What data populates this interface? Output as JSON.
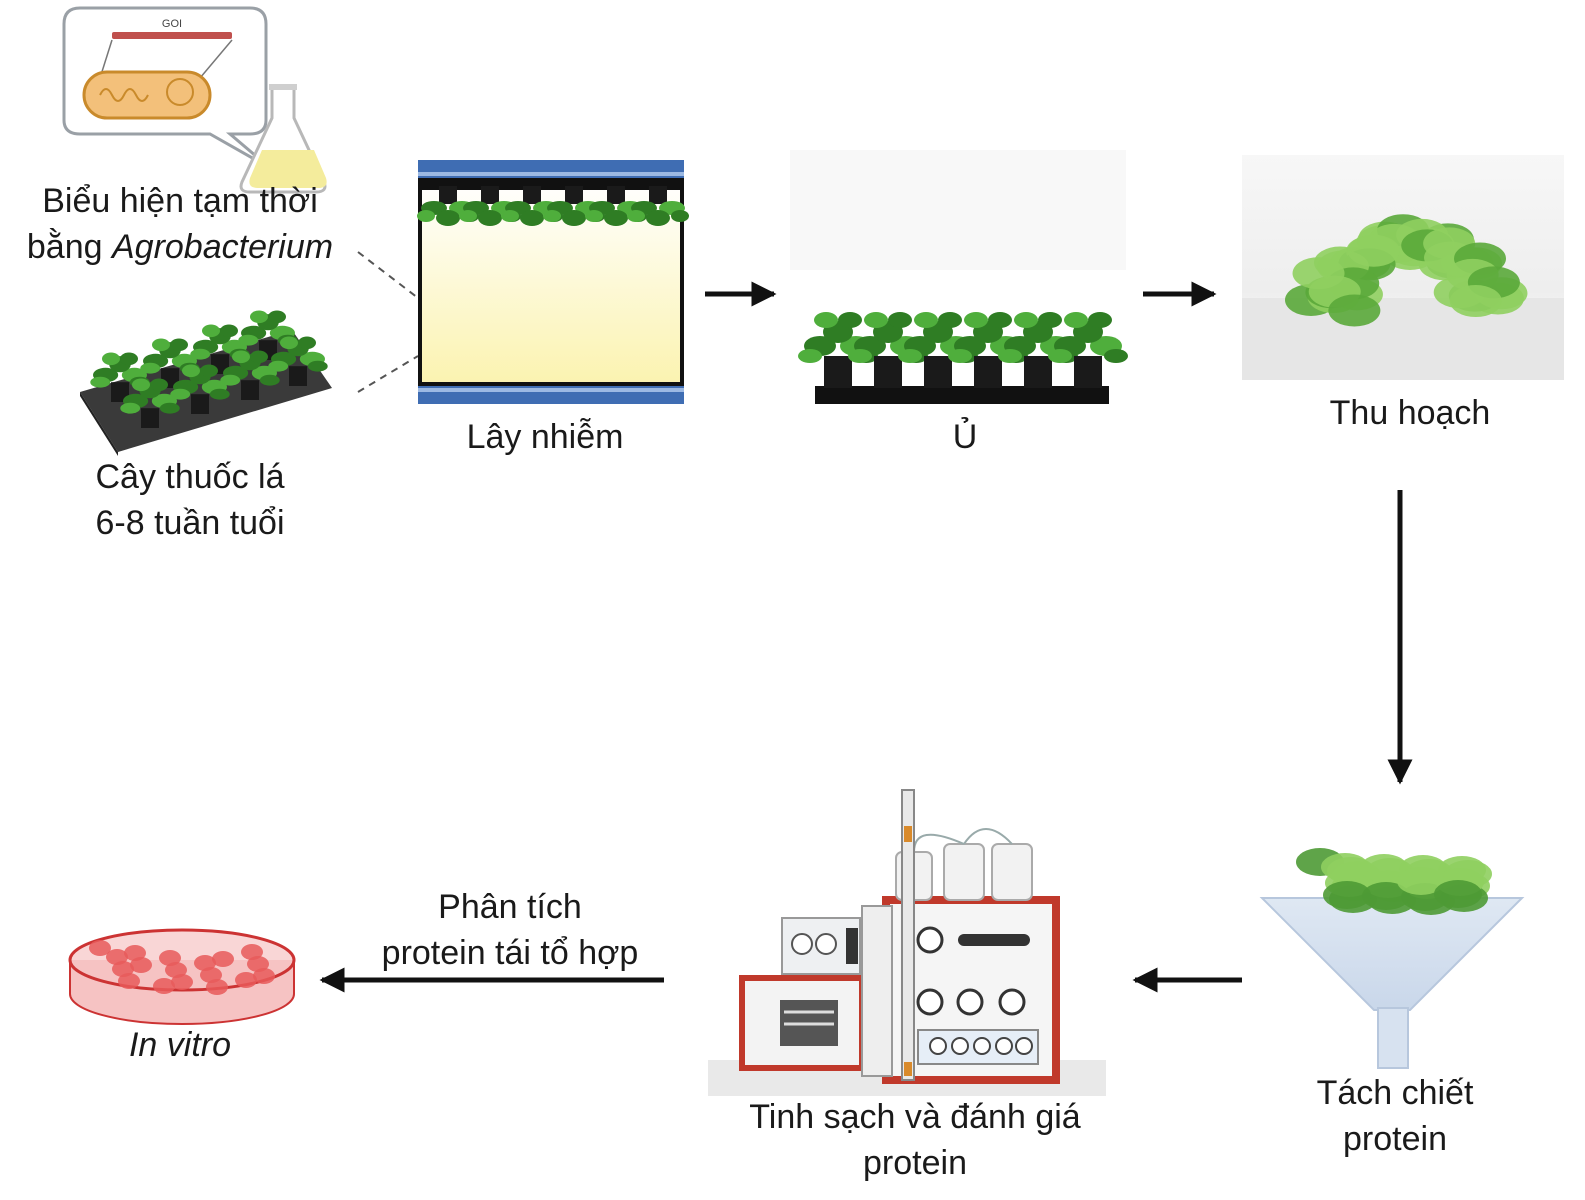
{
  "steps": {
    "expression": {
      "line1": "Biểu hiện tạm thời",
      "line2_prefix": "bằng ",
      "line2_italic": "Agrobacterium",
      "gene_label": "GOI"
    },
    "plants": {
      "line1": "Cây thuốc lá",
      "line2": "6-8 tuần tuổi"
    },
    "infect": {
      "label": "Lây nhiễm"
    },
    "incubate": {
      "label": "Ủ"
    },
    "harvest": {
      "label": "Thu hoạch"
    },
    "extract": {
      "line1": "Tách chiết",
      "line2": "protein"
    },
    "purify": {
      "line1": "Tinh sạch và đánh giá",
      "line2": "protein"
    },
    "analysis": {
      "line1": "Phân tích",
      "line2": "protein tái tổ hợp"
    },
    "invitro": {
      "label": "In vitro"
    }
  },
  "colors": {
    "leaf": "#4fae3c",
    "leaf_dark": "#2f7d24",
    "band": "#3f6db3",
    "tray": "#222222",
    "arrow": "#111111",
    "instrument_red": "#c0392b",
    "dish_red": "#e85a5a"
  }
}
